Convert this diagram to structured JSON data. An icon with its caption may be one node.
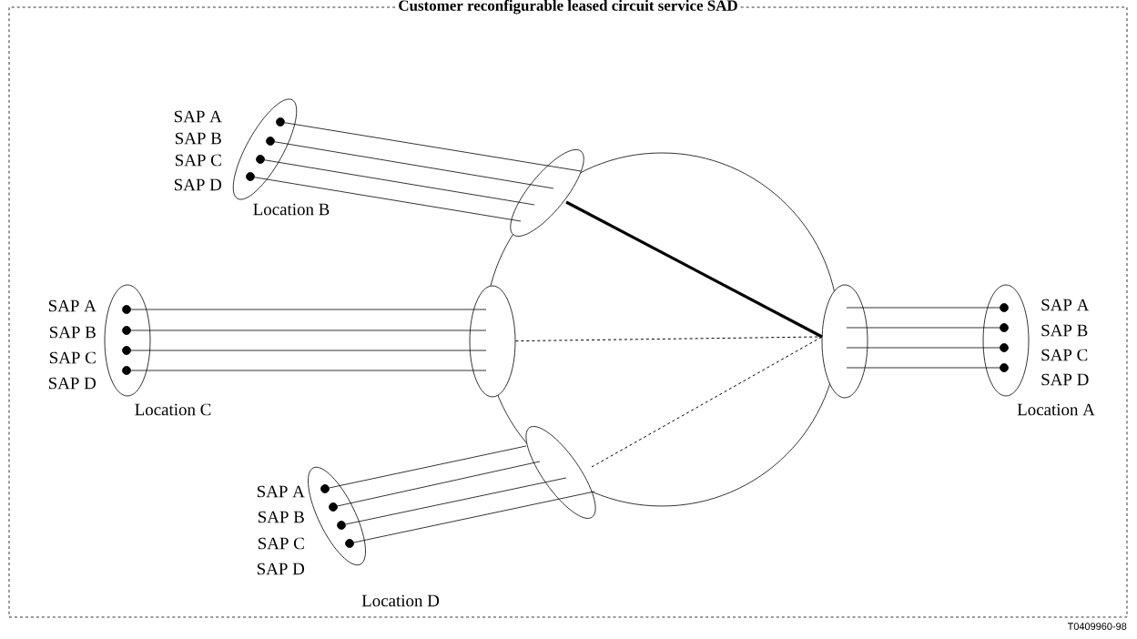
{
  "diagram": {
    "nodes": [
      {
        "text": [
          "Customer reconfigurable leased circuit service SAD"
        ]
      },
      {
        "text": [],
        "shape": "ellipse",
        "beside": [
          "Location B"
        ],
        "in": 0
      },
      {
        "text": [],
        "shape": "dot",
        "beside": [
          "SAP A"
        ],
        "in": 1
      },
      {
        "text": [],
        "shape": "dot",
        "beside": [
          "SAP B"
        ],
        "in": 1
      },
      {
        "text": [],
        "shape": "dot",
        "beside": [
          "SAP C"
        ],
        "in": 1
      },
      {
        "text": [],
        "shape": "dot",
        "beside": [
          "SAP D"
        ],
        "in": 1
      },
      {
        "text": [],
        "shape": "ellipse",
        "in": 0
      },
      {
        "text": [],
        "shape": "ellipse",
        "beside": [
          "Location C"
        ],
        "in": 0
      },
      {
        "text": [],
        "shape": "dot",
        "beside": [
          "SAP A"
        ],
        "in": 7
      },
      {
        "text": [],
        "shape": "dot",
        "beside": [
          "SAP B"
        ],
        "in": 7
      },
      {
        "text": [],
        "shape": "dot",
        "beside": [
          "SAP C"
        ],
        "in": 7
      },
      {
        "text": [],
        "shape": "dot",
        "beside": [
          "SAP D"
        ],
        "in": 7
      },
      {
        "text": [],
        "shape": "ellipse",
        "in": 0
      },
      {
        "text": [],
        "shape": "ellipse",
        "in": 0
      },
      {
        "text": [],
        "shape": "ellipse",
        "beside": [
          "Location A"
        ],
        "in": 0
      },
      {
        "text": [],
        "shape": "dot",
        "beside": [
          "SAP A"
        ],
        "in": 14
      },
      {
        "text": [],
        "shape": "dot",
        "beside": [
          "SAP B"
        ],
        "in": 14
      },
      {
        "text": [],
        "shape": "dot",
        "beside": [
          "SAP C"
        ],
        "in": 14
      },
      {
        "text": [],
        "shape": "dot",
        "beside": [
          "SAP D"
        ],
        "in": 14
      },
      {
        "text": [],
        "shape": "ellipse",
        "in": 0
      },
      {
        "text": [],
        "shape": "ellipse",
        "beside": [
          "Location D"
        ],
        "in": 0
      },
      {
        "text": [],
        "shape": "dot",
        "beside": [
          "SAP A"
        ],
        "in": 20
      },
      {
        "text": [],
        "shape": "dot",
        "beside": [
          "SAP B"
        ],
        "in": 20
      },
      {
        "text": [],
        "shape": "dot",
        "beside": [
          "SAP C"
        ],
        "in": 20
      },
      {
        "text": [],
        "shape": "dot",
        "beside": [
          "SAP D"
        ],
        "in": 20
      }
    ],
    "edges": [
      {
        "from": 2,
        "to": 6,
        "arrow": "none"
      },
      {
        "from": 3,
        "to": 6,
        "arrow": "none"
      },
      {
        "from": 4,
        "to": 6,
        "arrow": "none"
      },
      {
        "from": 5,
        "to": 6,
        "arrow": "none"
      },
      {
        "from": 8,
        "to": 12,
        "arrow": "none"
      },
      {
        "from": 9,
        "to": 12,
        "arrow": "none"
      },
      {
        "from": 10,
        "to": 12,
        "arrow": "none"
      },
      {
        "from": 11,
        "to": 12,
        "arrow": "none"
      },
      {
        "from": 15,
        "to": 13,
        "arrow": "none"
      },
      {
        "from": 16,
        "to": 13,
        "arrow": "none"
      },
      {
        "from": 17,
        "to": 13,
        "arrow": "none"
      },
      {
        "from": 18,
        "to": 13,
        "arrow": "none"
      },
      {
        "from": 21,
        "to": 19,
        "arrow": "none"
      },
      {
        "from": 22,
        "to": 19,
        "arrow": "none"
      },
      {
        "from": 23,
        "to": 19,
        "arrow": "none"
      },
      {
        "from": 24,
        "to": 19,
        "arrow": "none"
      },
      {
        "from": 6,
        "to": 13,
        "arrow": "none",
        "style": "thick"
      },
      {
        "from": 12,
        "to": 13,
        "arrow": "none",
        "style": "dashed"
      },
      {
        "from": 19,
        "to": 13,
        "arrow": "none",
        "style": "dashed"
      }
    ],
    "labels": [
      "T0409960-98"
    ]
  }
}
